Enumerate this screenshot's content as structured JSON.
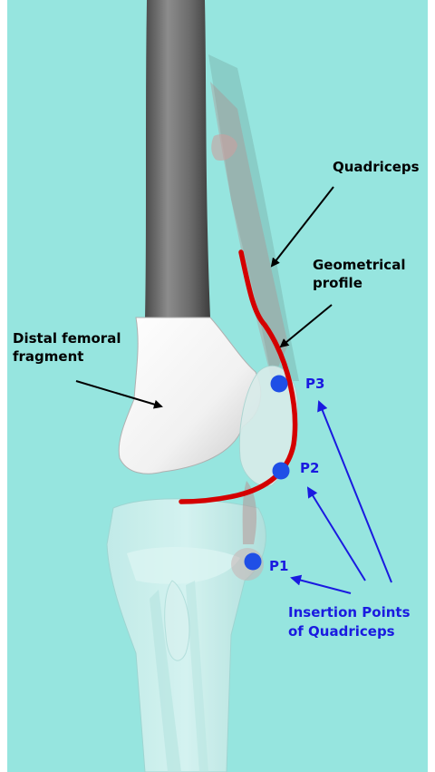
{
  "figure": {
    "background_color": "#96e5df",
    "labels": {
      "quadriceps": "Quadriceps",
      "geometrical_profile_line1": "Geometrical",
      "geometrical_profile_line2": "profile",
      "distal_femoral_line1": "Distal femoral",
      "distal_femoral_line2": "fragment",
      "insertion_line1": "Insertion Points",
      "insertion_line2": "of Quadriceps",
      "p1": "P1",
      "p2": "P2",
      "p3": "P3"
    },
    "colors": {
      "profile_curve": "#d40000",
      "insertion_point": "#1f4fe6",
      "arrow_black": "#000000",
      "arrow_blue": "#1a1ae0"
    }
  }
}
